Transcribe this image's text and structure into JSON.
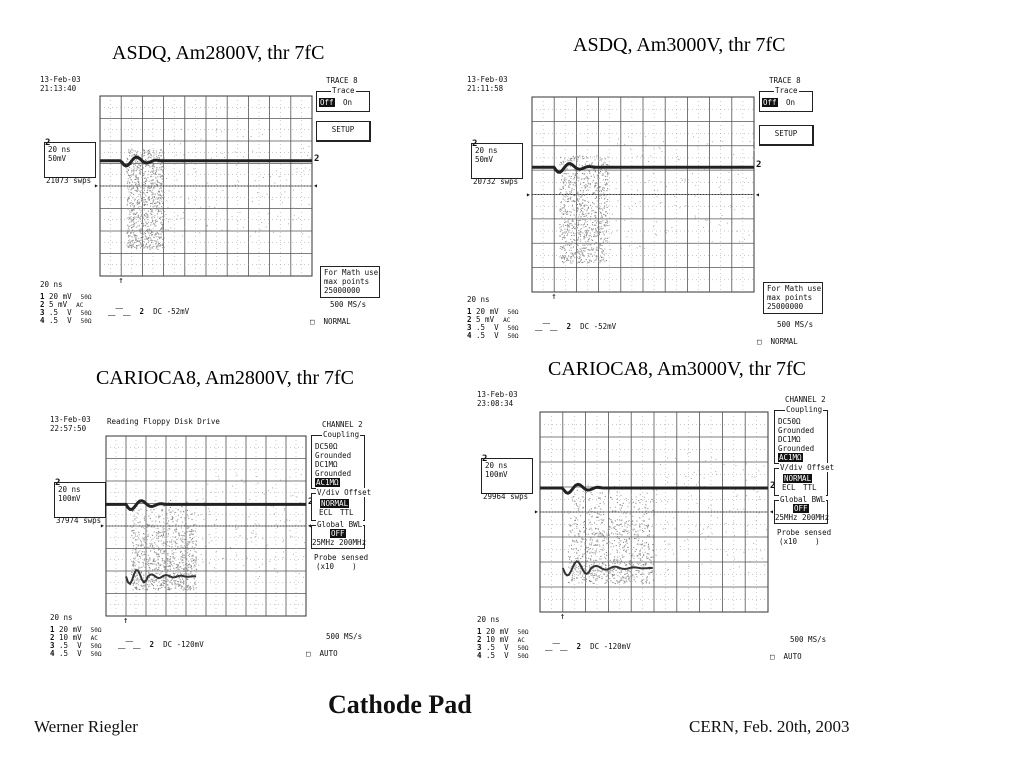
{
  "titles": {
    "top_left": "ASDQ, Am2800V, thr 7fC",
    "top_right": "ASDQ, Am3000V, thr 7fC",
    "bottom_left": "CARIOCA8, Am2800V, thr 7fC",
    "bottom_right": "CARIOCA8, Am3000V, thr 7fC"
  },
  "main_title": "Cathode Pad",
  "footer": {
    "author": "Werner Riegler",
    "place_date": "CERN, Feb. 20th, 2003"
  },
  "scopes": [
    {
      "date": "13-Feb-03",
      "time": "21:13:40",
      "header_extra": "",
      "marker": "2",
      "side_box": [
        "20 ns",
        "50mV"
      ],
      "sweeps": "21073 swps",
      "right_mode": "trace",
      "trace": {
        "title": "TRACE 8",
        "label": "Trace",
        "off": "Off",
        "on": "On",
        "setup": "SETUP"
      },
      "math": {
        "line1": "For Math use",
        "line2": "max points",
        "line3": "25000000"
      },
      "rate": "500 MS/s",
      "acq": "NORMAL",
      "timebase": "20 ns",
      "channels": [
        {
          "num": "1",
          "scale": "20 mV",
          "cpl": "50Ω"
        },
        {
          "num": "2",
          "scale": "5 mV",
          "cpl": "AC"
        },
        {
          "num": "3",
          "scale": ".5  V",
          "cpl": "50Ω"
        },
        {
          "num": "4",
          "scale": ".5  V",
          "cpl": "50Ω"
        }
      ],
      "trig": {
        "ch": "2",
        "text": "DC -52mV"
      }
    },
    {
      "date": "13-Feb-03",
      "time": "21:11:58",
      "header_extra": "",
      "marker": "2",
      "side_box": [
        "20 ns",
        "50mV"
      ],
      "sweeps": "20732 swps",
      "right_mode": "trace",
      "trace": {
        "title": "TRACE 8",
        "label": "Trace",
        "off": "Off",
        "on": "On",
        "setup": "SETUP"
      },
      "math": {
        "line1": "For Math use",
        "line2": "max points",
        "line3": "25000000"
      },
      "rate": "500 MS/s",
      "acq": "NORMAL",
      "timebase": "20 ns",
      "channels": [
        {
          "num": "1",
          "scale": "20 mV",
          "cpl": "50Ω"
        },
        {
          "num": "2",
          "scale": "5 mV",
          "cpl": "AC"
        },
        {
          "num": "3",
          "scale": ".5  V",
          "cpl": "50Ω"
        },
        {
          "num": "4",
          "scale": ".5  V",
          "cpl": "50Ω"
        }
      ],
      "trig": {
        "ch": "2",
        "text": "DC -52mV"
      }
    },
    {
      "date": "13-Feb-03",
      "time": "22:57:50",
      "header_extra": "Reading Floppy Disk Drive",
      "marker": "2",
      "side_box": [
        "20 ns",
        "100mV"
      ],
      "sweeps": "37974 swps",
      "right_mode": "channel",
      "channel": {
        "title": "CHANNEL 2",
        "coupling_label": "Coupling",
        "couplings": [
          "DC50Ω",
          "Grounded",
          "DC1MΩ",
          "Grounded",
          "AC1MΩ"
        ],
        "vdiv_label": "V/div Offset",
        "normal": "NORMAL",
        "ecl": "ECL",
        "ttl": "TTL",
        "bwl_label": "Global BWL",
        "off": "OFF",
        "bw1": "25MHz",
        "bw2": "200MHz",
        "probe": "Probe sensed",
        "probe_x": "(x10    )"
      },
      "rate": "500 MS/s",
      "acq": "AUTO",
      "timebase": "20 ns",
      "channels": [
        {
          "num": "1",
          "scale": "20 mV",
          "cpl": "50Ω"
        },
        {
          "num": "2",
          "scale": "10 mV",
          "cpl": "AC"
        },
        {
          "num": "3",
          "scale": ".5  V",
          "cpl": "50Ω"
        },
        {
          "num": "4",
          "scale": ".5  V",
          "cpl": "50Ω"
        }
      ],
      "trig": {
        "ch": "2",
        "text": "DC -120mV"
      }
    },
    {
      "date": "13-Feb-03",
      "time": "23:08:34",
      "header_extra": "",
      "marker": "2",
      "side_box": [
        "20 ns",
        "100mV"
      ],
      "sweeps": "29964 swps",
      "right_mode": "channel",
      "channel": {
        "title": "CHANNEL 2",
        "coupling_label": "Coupling",
        "couplings": [
          "DC50Ω",
          "Grounded",
          "DC1MΩ",
          "Grounded",
          "AC1MΩ"
        ],
        "vdiv_label": "V/div Offset",
        "normal": "NORMAL",
        "ecl": "ECL",
        "ttl": "TTL",
        "bwl_label": "Global BWL",
        "off": "OFF",
        "bw1": "25MHz",
        "bw2": "200MHz",
        "probe": "Probe sensed",
        "probe_x": "(x10    )"
      },
      "rate": "500 MS/s",
      "acq": "AUTO",
      "timebase": "20 ns",
      "channels": [
        {
          "num": "1",
          "scale": "20 mV",
          "cpl": "50Ω"
        },
        {
          "num": "2",
          "scale": "10 mV",
          "cpl": "AC"
        },
        {
          "num": "3",
          "scale": ".5  V",
          "cpl": "50Ω"
        },
        {
          "num": "4",
          "scale": ".5  V",
          "cpl": "50Ω"
        }
      ],
      "trig": {
        "ch": "2",
        "text": "DC -120mV"
      }
    }
  ]
}
